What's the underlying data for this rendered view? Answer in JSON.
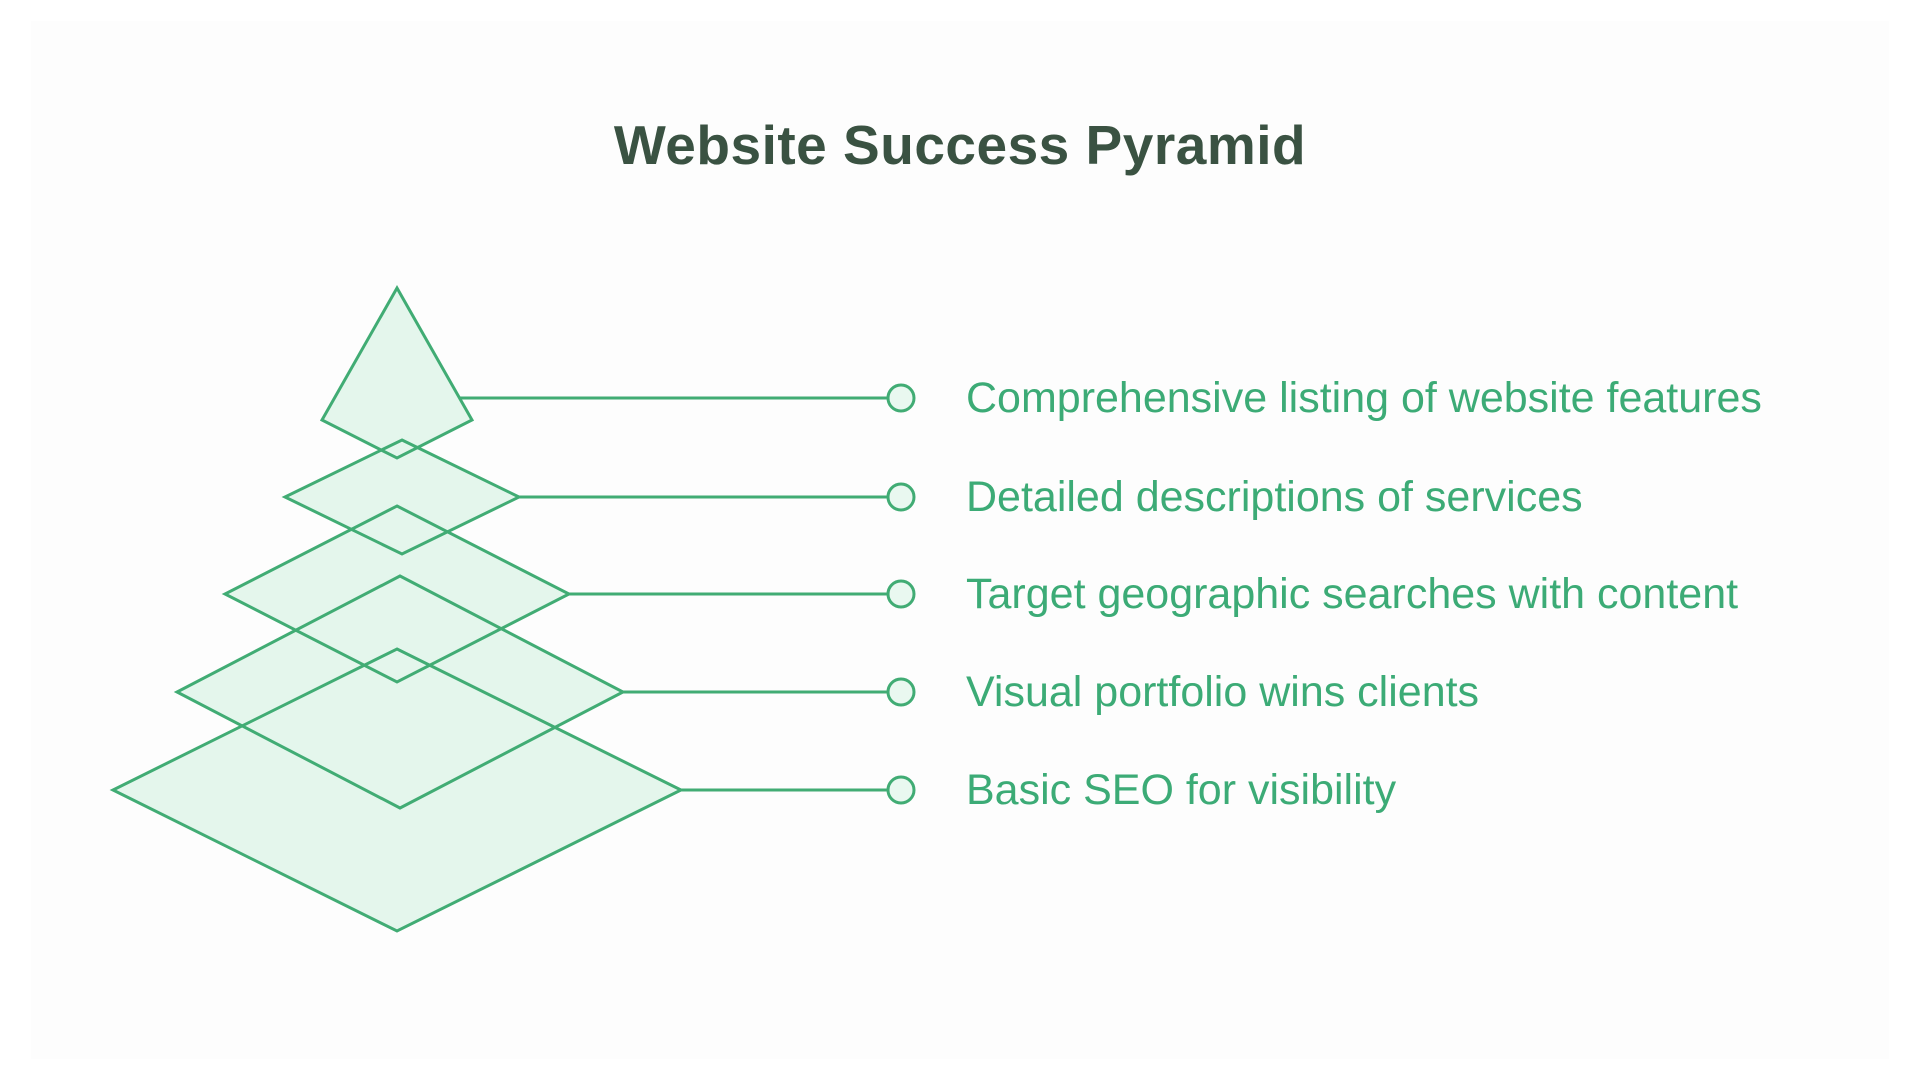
{
  "title": "Website Success Pyramid",
  "levels": [
    {
      "label": "Comprehensive listing of website features"
    },
    {
      "label": "Detailed descriptions of services"
    },
    {
      "label": "Target geographic searches with content"
    },
    {
      "label": "Visual portfolio wins clients"
    },
    {
      "label": "Basic SEO for visibility"
    }
  ],
  "colors": {
    "background": "#ffffff",
    "shape_fill": "#e4f6ec",
    "outline_green": "#41ac74",
    "dot_fill": "#e9f8f0",
    "label_text": "#3cab76",
    "title_text": "#3a5242"
  }
}
